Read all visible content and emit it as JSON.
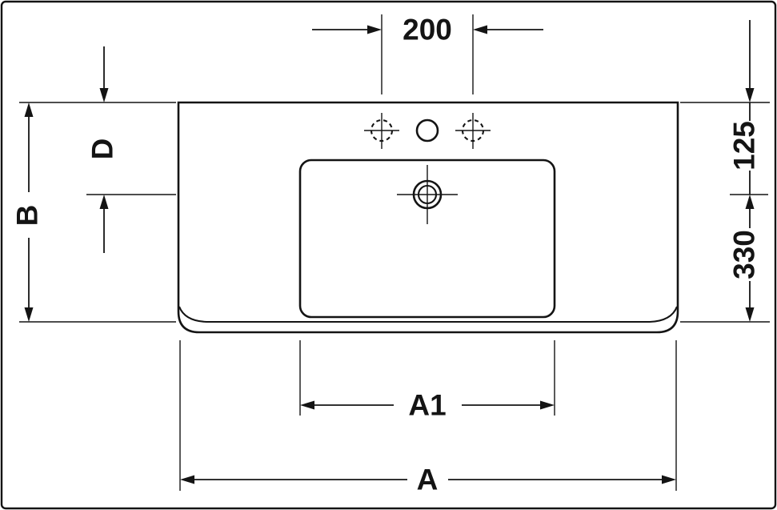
{
  "drawing": {
    "type": "washbasin-dimension-drawing",
    "labels": {
      "tap_hole_spacing": "200",
      "rear_to_drain": "125",
      "drain_to_front": "330",
      "overall_depth": "B",
      "depth_var": "D",
      "bowl_width": "A1",
      "overall_width": "A"
    },
    "colors": {
      "line": "#141414",
      "background": "#ffffff"
    }
  }
}
